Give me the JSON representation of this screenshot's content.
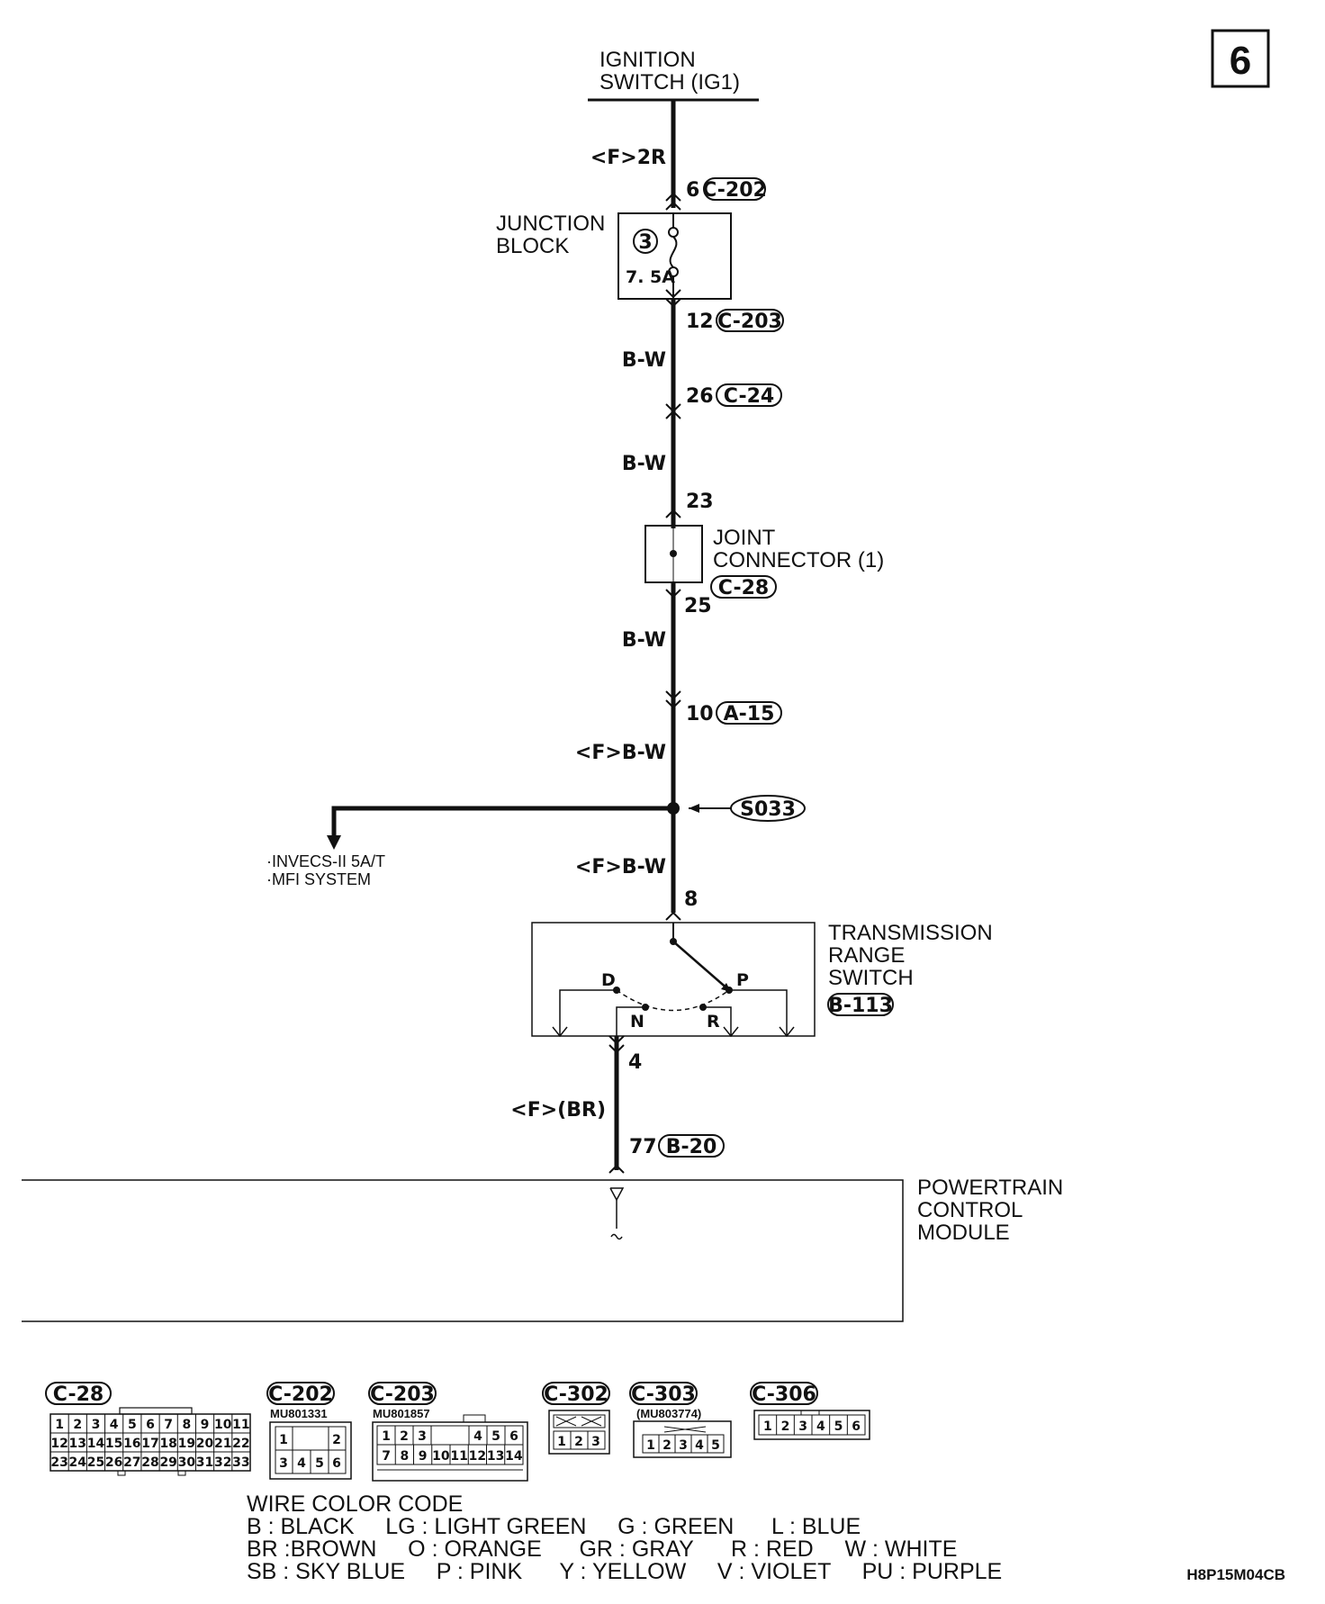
{
  "page_number": "6",
  "figure_code": "H8P15M04CB",
  "ignition": {
    "line1": "IGNITION",
    "line2": "SWITCH (IG1)"
  },
  "junction_block": {
    "line1": "JUNCTION",
    "line2": "BLOCK",
    "fuse_number": "3",
    "fuse_rating": "7. 5A"
  },
  "wires": {
    "w1": "<F>2R",
    "w2": "B-W",
    "w3": "B-W",
    "w4": "B-W",
    "w5": "<F>B-W",
    "w6": "<F>B-W",
    "w7": "<F>(BR)"
  },
  "pins": {
    "c202": "6",
    "c203": "12",
    "c24": "26",
    "jc_in": "23",
    "jc_out": "25",
    "a15": "10",
    "trs_in": "8",
    "trs_out": "4",
    "b20": "77"
  },
  "connectors": {
    "c202": "C-202",
    "c203": "C-203",
    "c24": "C-24",
    "c28": "C-28",
    "a15": "A-15",
    "s033": "S033",
    "b113": "B-113",
    "b20": "B-20"
  },
  "joint_connector": {
    "line1": "JOINT",
    "line2": "CONNECTOR (1)"
  },
  "branch": {
    "line1": "·INVECS-II 5A/T",
    "line2": "·MFI SYSTEM"
  },
  "trs": {
    "line1": "TRANSMISSION",
    "line2": "RANGE",
    "line3": "SWITCH",
    "pos_d": "D",
    "pos_p": "P",
    "pos_n": "N",
    "pos_r": "R"
  },
  "pcm": {
    "line1": "POWERTRAIN",
    "line2": "CONTROL",
    "line3": "MODULE"
  },
  "legend": {
    "c28": {
      "label": "C-28",
      "rows": [
        [
          "1",
          "2",
          "3",
          "4",
          "5",
          "6",
          "7",
          "8",
          "9",
          "10",
          "11"
        ],
        [
          "12",
          "13",
          "14",
          "15",
          "16",
          "17",
          "18",
          "19",
          "20",
          "21",
          "22"
        ],
        [
          "23",
          "24",
          "25",
          "26",
          "27",
          "28",
          "29",
          "30",
          "31",
          "32",
          "33"
        ]
      ]
    },
    "c202": {
      "label": "C-202",
      "part": "MU801331",
      "row1": [
        "1",
        "2"
      ],
      "row2": [
        "3",
        "4",
        "5",
        "6"
      ]
    },
    "c203": {
      "label": "C-203",
      "part": "MU801857",
      "row1": [
        "1",
        "2",
        "3",
        "4",
        "5",
        "6"
      ],
      "row2": [
        "7",
        "8",
        "9",
        "10",
        "11",
        "12",
        "13",
        "14"
      ]
    },
    "c302": {
      "label": "C-302",
      "row": [
        "1",
        "2",
        "3"
      ]
    },
    "c303": {
      "label": "C-303",
      "part": "(MU803774)",
      "row": [
        "1",
        "2",
        "3",
        "4",
        "5"
      ]
    },
    "c306": {
      "label": "C-306",
      "row": [
        "1",
        "2",
        "3",
        "4",
        "5",
        "6"
      ]
    }
  },
  "wire_color_code": {
    "title": "WIRE COLOR CODE",
    "line1": "B : BLACK     LG : LIGHT GREEN     G : GREEN      L : BLUE",
    "line2": "BR :BROWN     O : ORANGE      GR : GRAY      R : RED     W : WHITE",
    "line3": "SB : SKY BLUE     P : PINK      Y : YELLOW     V : VIOLET     PU : PURPLE"
  }
}
